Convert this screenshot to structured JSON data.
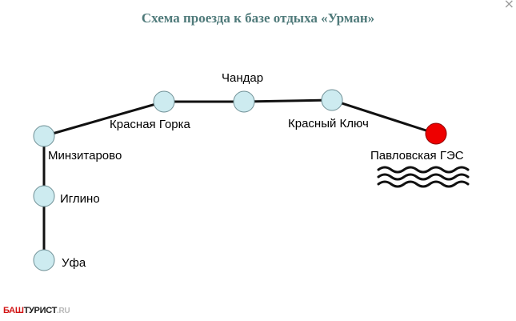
{
  "title": "Схема проезда к базе отдыха «Урман»",
  "close_label": "×",
  "colors": {
    "title": "#4f7a7a",
    "station_fill": "#cdebf0",
    "destination_fill": "#ee0000",
    "line": "#111111"
  },
  "stations": {
    "ufa": "Уфа",
    "iglino": "Иглино",
    "minzitarovo": "Минзитарово",
    "krasnaya_gorka": "Красная Горка",
    "chandar": "Чандар",
    "krasny_klyuch": "Красный Ключ",
    "pavlovskaya_ges": "Павловская ГЭС"
  },
  "logo": {
    "part1": "БАШ",
    "part2": "ТУРИСТ",
    "part3": ".RU"
  }
}
